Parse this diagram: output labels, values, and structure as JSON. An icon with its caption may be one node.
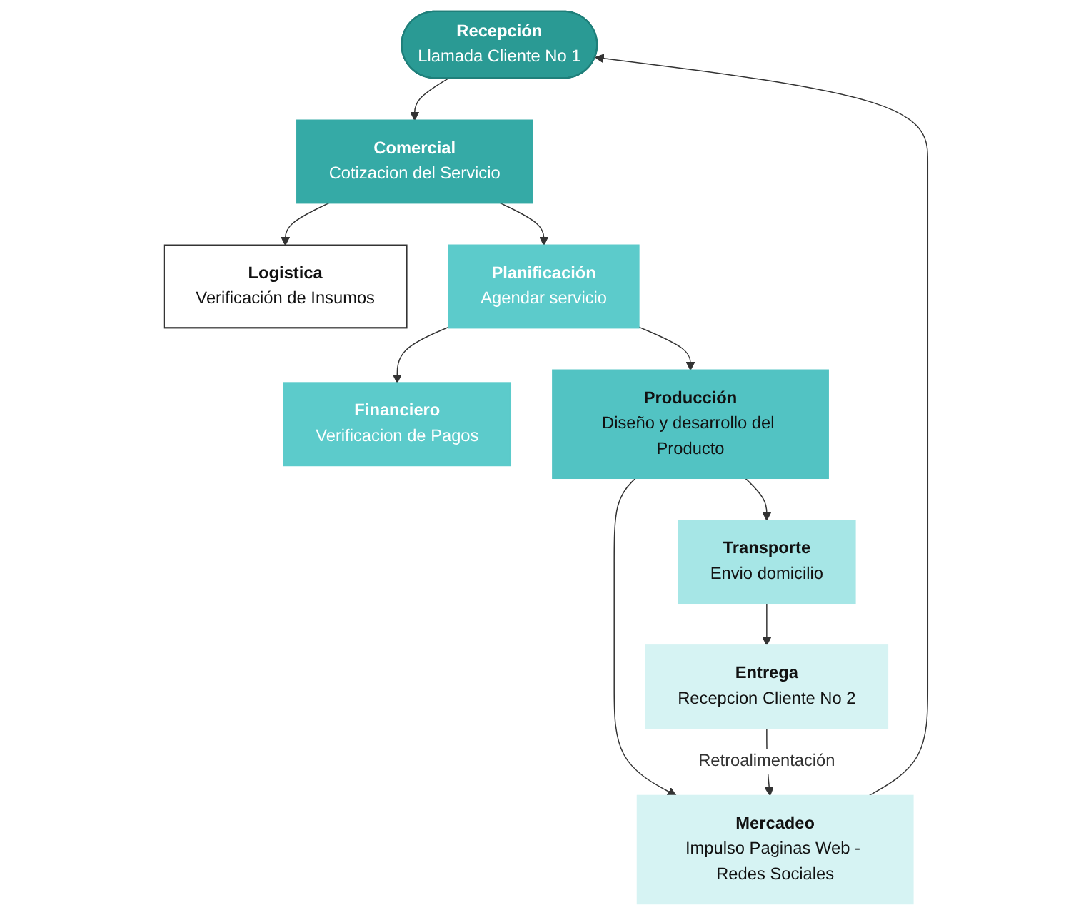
{
  "diagram": {
    "nodes": [
      {
        "text": [
          "Recepción",
          "Llamada Cliente No 1"
        ]
      },
      {
        "text": [
          "Comercial",
          "Cotizacion del Servicio"
        ]
      },
      {
        "text": [
          "Logistica",
          "Verificación de Insumos"
        ]
      },
      {
        "text": [
          "Planificación",
          "Agendar servicio"
        ]
      },
      {
        "text": [
          "Financiero",
          "Verificacion de Pagos"
        ]
      },
      {
        "text": [
          "Mercadeo",
          "Impulso Paginas Web - Redes Sociales"
        ]
      },
      {
        "text": [
          "Producción",
          "Diseño y desarrollo del Producto"
        ]
      },
      {
        "text": [
          "Transporte",
          "Envio domicilio"
        ]
      },
      {
        "text": [
          "Entrega",
          "Recepcion Cliente No 2"
        ]
      }
    ],
    "edges": [
      {
        "from": 0,
        "to": 1,
        "arrow": "to"
      },
      {
        "from": 1,
        "to": 2,
        "arrow": "to"
      },
      {
        "from": 1,
        "to": 3,
        "arrow": "to"
      },
      {
        "from": 3,
        "to": 4,
        "arrow": "to"
      },
      {
        "from": 3,
        "to": 6,
        "arrow": "to"
      },
      {
        "from": 6,
        "to": 5,
        "arrow": "to"
      },
      {
        "from": 6,
        "to": 7,
        "arrow": "to"
      },
      {
        "from": 7,
        "to": 8,
        "arrow": "to"
      },
      {
        "from": 8,
        "to": 5,
        "label": "Retroalimentación",
        "arrow": "to"
      },
      {
        "from": 5,
        "to": 0,
        "arrow": "to"
      }
    ]
  }
}
